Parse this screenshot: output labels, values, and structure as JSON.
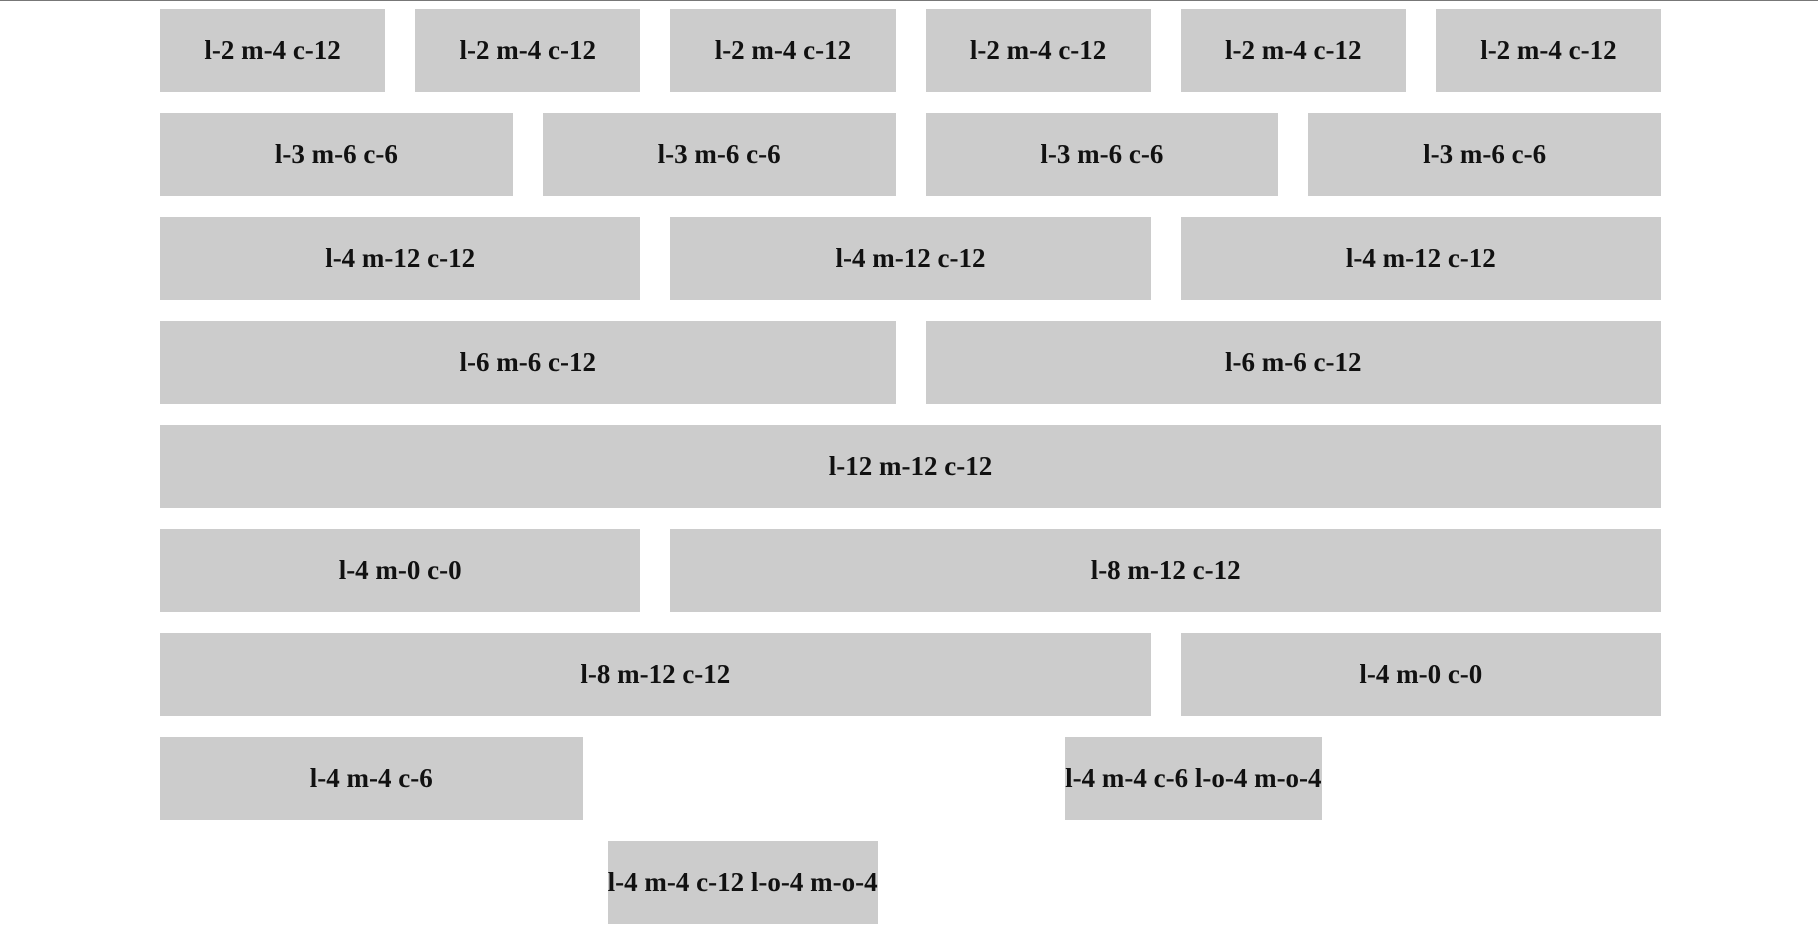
{
  "rows": [
    {
      "cells": [
        {
          "label": "l-2 m-4 c-12"
        },
        {
          "label": "l-2 m-4 c-12"
        },
        {
          "label": "l-2 m-4 c-12"
        },
        {
          "label": "l-2 m-4 c-12"
        },
        {
          "label": "l-2 m-4 c-12"
        },
        {
          "label": "l-2 m-4 c-12"
        }
      ]
    },
    {
      "cells": [
        {
          "label": "l-3 m-6 c-6"
        },
        {
          "label": "l-3 m-6 c-6"
        },
        {
          "label": "l-3 m-6 c-6"
        },
        {
          "label": "l-3 m-6 c-6"
        }
      ]
    },
    {
      "cells": [
        {
          "label": "l-4 m-12 c-12"
        },
        {
          "label": "l-4 m-12 c-12"
        },
        {
          "label": "l-4 m-12 c-12"
        }
      ]
    },
    {
      "cells": [
        {
          "label": "l-6 m-6 c-12"
        },
        {
          "label": "l-6 m-6 c-12"
        }
      ]
    },
    {
      "cells": [
        {
          "label": "l-12 m-12 c-12"
        }
      ]
    },
    {
      "cells": [
        {
          "label": "l-4 m-0 c-0"
        },
        {
          "label": "l-8 m-12 c-12"
        }
      ]
    },
    {
      "cells": [
        {
          "label": "l-8 m-12 c-12"
        },
        {
          "label": "l-4 m-0 c-0"
        }
      ]
    },
    {
      "cells": [
        {
          "label": "l-4 m-4 c-6"
        },
        {
          "label": "l-4 m-4 c-6 l-o-4 m-o-4"
        }
      ]
    },
    {
      "cells": [
        {
          "label": "l-4 m-4 c-12 l-o-4 m-o-4"
        }
      ]
    }
  ]
}
